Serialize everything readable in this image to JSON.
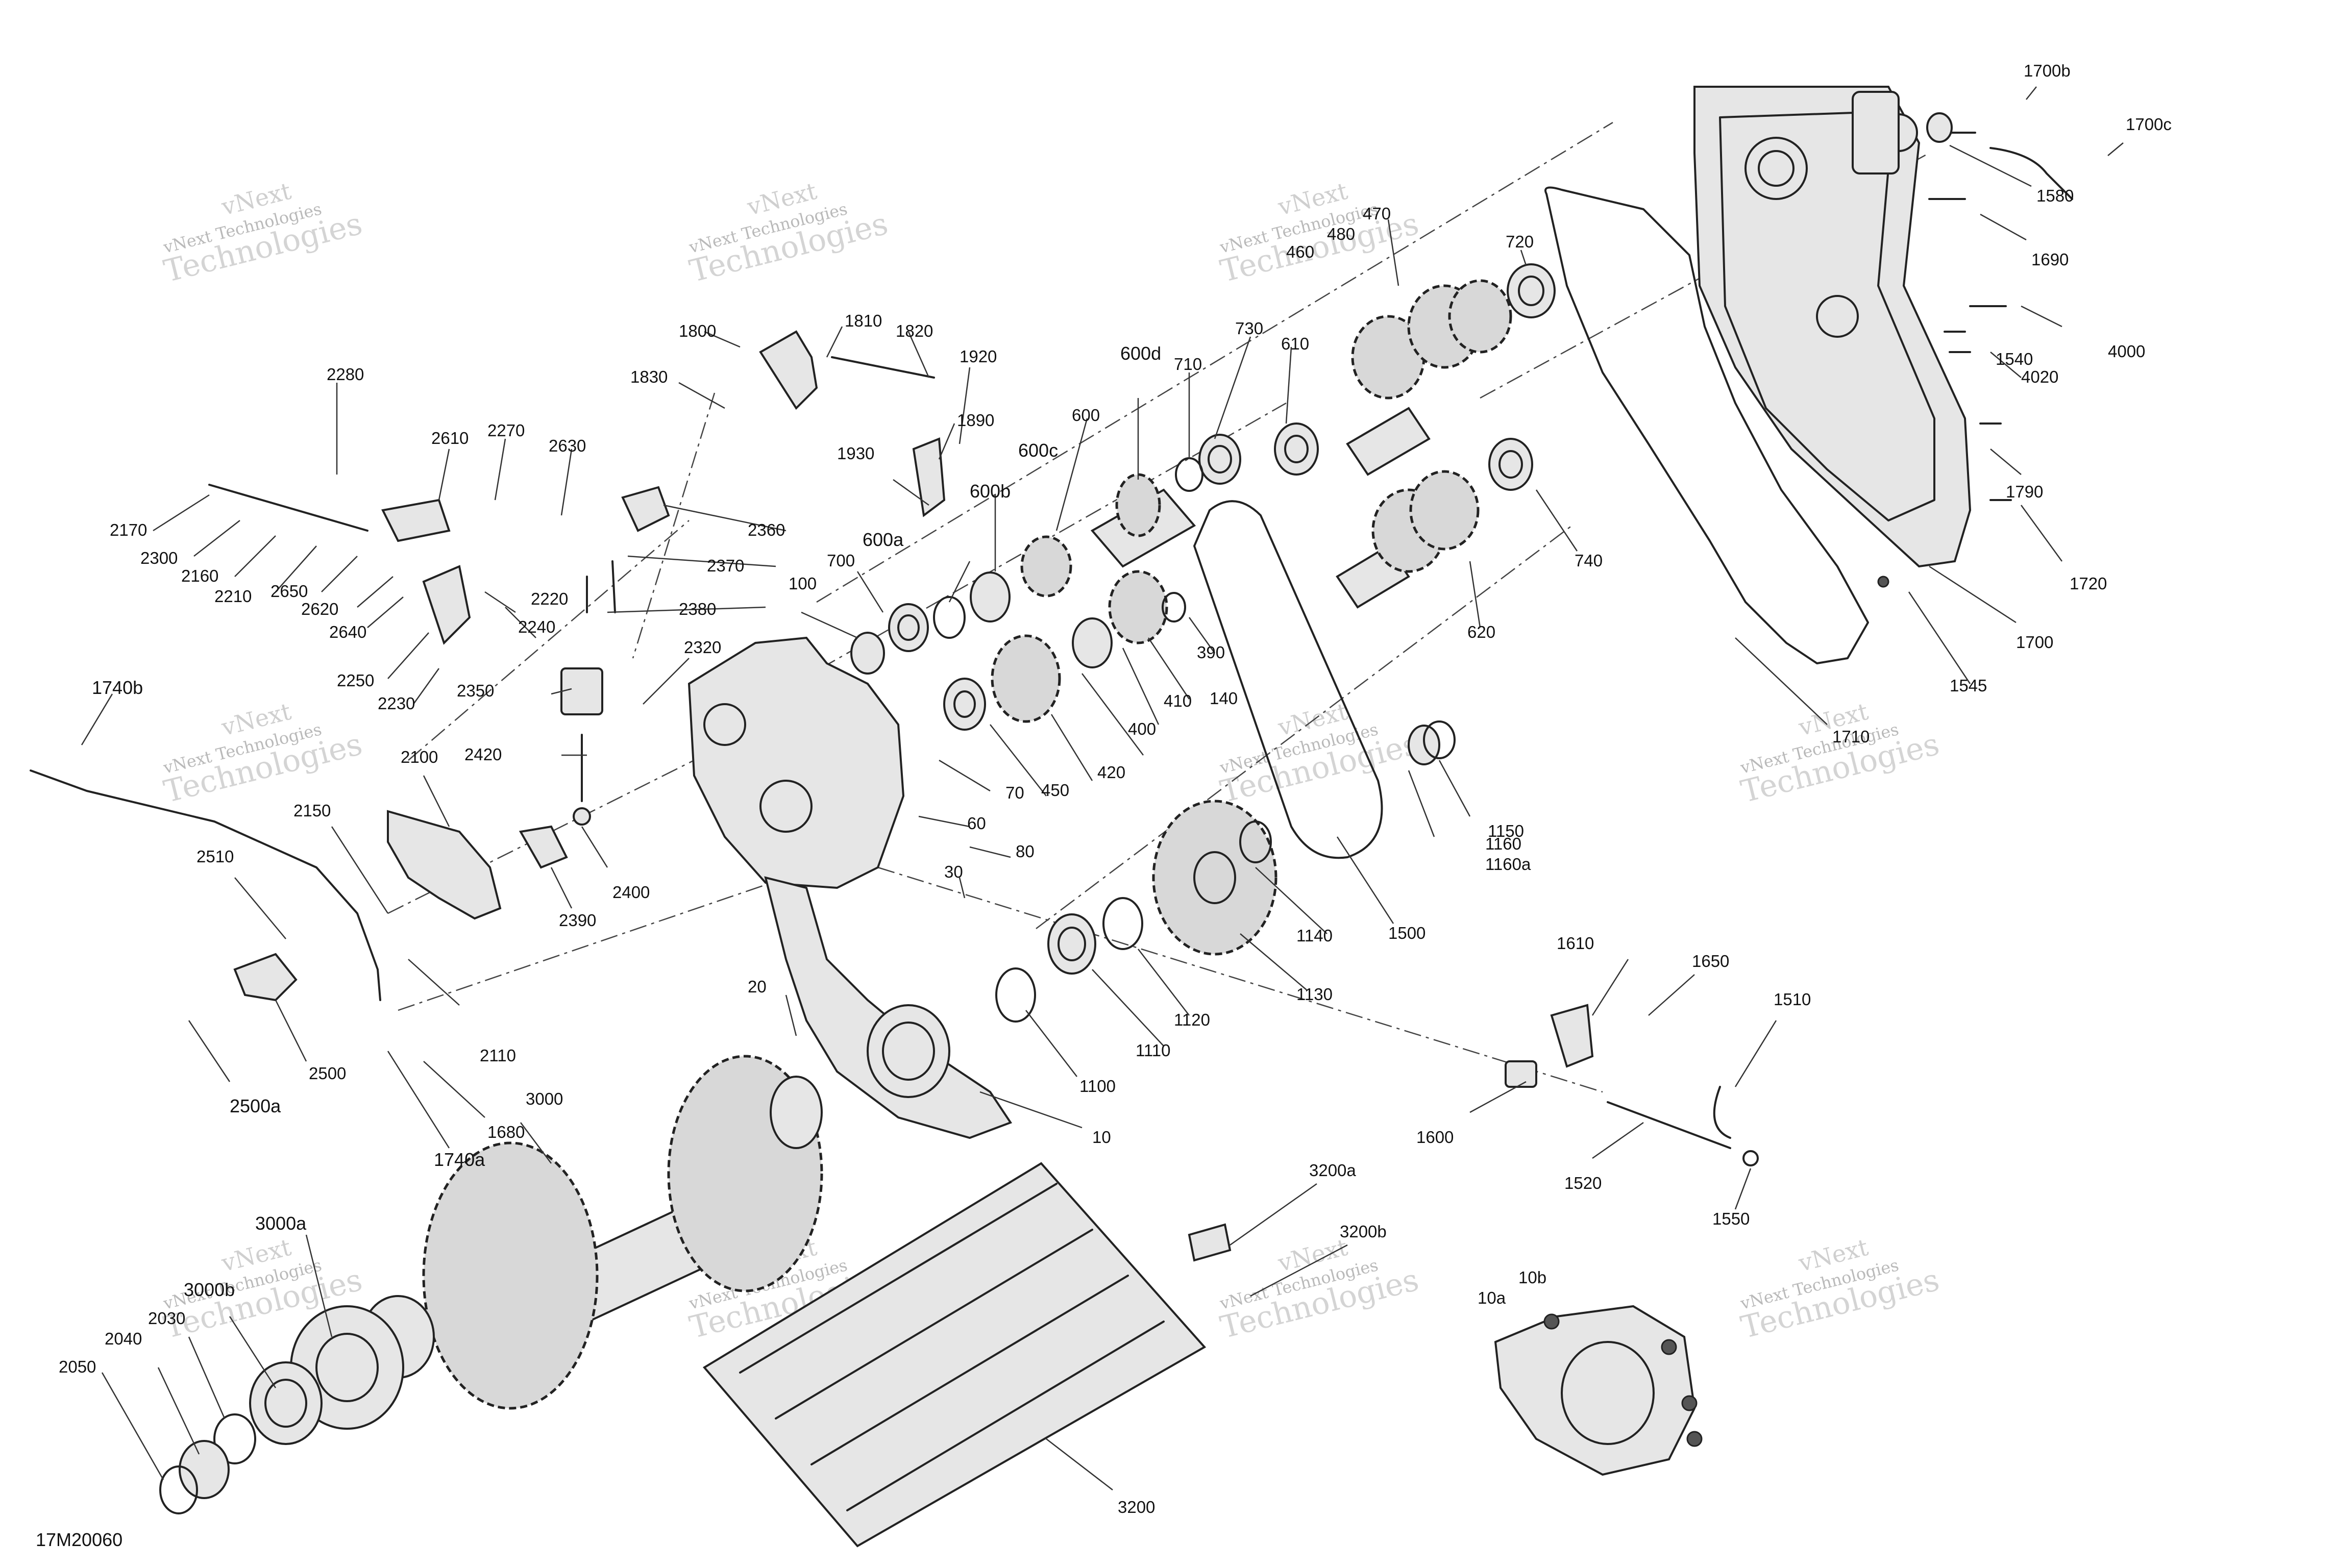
{
  "drawing_code": "17M20060",
  "watermark": {
    "line1": "vNext",
    "line2": "vNext Technologies",
    "line3": "Technologies"
  },
  "callouts": [
    "1700b",
    "1700c",
    "1580",
    "1690",
    "4000",
    "4020",
    "1540",
    "1790",
    "1720",
    "1700",
    "1545",
    "1710",
    "470",
    "480",
    "460",
    "720",
    "740",
    "620",
    "610",
    "730",
    "710",
    "600d",
    "600",
    "600c",
    "600b",
    "600a",
    "700",
    "100",
    "390",
    "410",
    "140",
    "400",
    "420",
    "450",
    "70",
    "60",
    "80",
    "30",
    "20",
    "10",
    "1100",
    "1110",
    "1120",
    "1130",
    "1140",
    "1500",
    "1150",
    "1160",
    "1160a",
    "1800",
    "1810",
    "1820",
    "1920",
    "1830",
    "1890",
    "1930",
    "2360",
    "2370",
    "2380",
    "2320",
    "2350",
    "2420",
    "2400",
    "2390",
    "2100",
    "2150",
    "2110",
    "2510",
    "2500",
    "2500a",
    "1680",
    "1740a",
    "1740b",
    "2280",
    "2610",
    "2270",
    "2630",
    "2170",
    "2300",
    "2160",
    "2210",
    "2650",
    "2620",
    "2640",
    "2250",
    "2230",
    "2240",
    "2220",
    "3000",
    "3000a",
    "3000b",
    "2030",
    "2040",
    "2050",
    "3200",
    "3200a",
    "3200b",
    "1610",
    "1650",
    "1510",
    "1600",
    "1520",
    "1550",
    "10a",
    "10b"
  ],
  "colors": {
    "line": "#222222",
    "watermark": "#cccccc",
    "background": "#ffffff"
  }
}
